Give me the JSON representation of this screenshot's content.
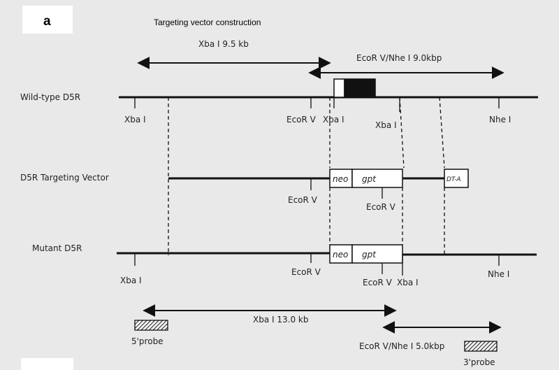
{
  "panel_label": "a",
  "title": "Targeting vector construction",
  "rows": {
    "wildtype": "Wild-type D5R",
    "vector": "D5R Targeting Vector",
    "mutant": "Mutant D5R"
  },
  "arrows": {
    "xba_wt": {
      "enzyme": "Xba",
      "rest": " I  9.5 kb"
    },
    "ecor_nhe_wt": {
      "enzyme1": "EcoR",
      "mid": " V/",
      "enzyme2": "Nhe",
      "rest": " I 9.0kbp"
    },
    "xba_mut": {
      "enzyme": "Xba",
      "rest": " I 13.0 kb"
    },
    "ecor_nhe_mut": {
      "enzyme1": "EcoR",
      "mid": " V/",
      "enzyme2": "Nhe",
      "rest": " I 5.0kbp"
    }
  },
  "sites": {
    "xba_italic": "Xba",
    "xba_i": " I",
    "ecor_italic": "EcoR",
    "ecor_v": " V",
    "nhe_italic": "Nhe",
    "nhe_i": " I"
  },
  "cassettes": {
    "neo": "neo",
    "gpt": "gpt",
    "dta": "DT-A"
  },
  "probes": {
    "five": "5'probe",
    "three": "3'probe"
  }
}
